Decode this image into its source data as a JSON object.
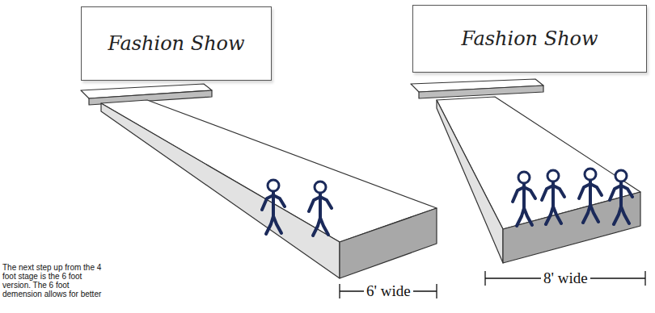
{
  "diagram": {
    "nodes": [
      {
        "text": [
          "Fashion Show"
        ]
      },
      {
        "text": [
          "Fashion Show"
        ]
      }
    ],
    "labels": [
      "The next step up from the 4 foot stage is the 6 foot version. The 6 foot demension allows for better",
      "6' wide",
      "8' wide"
    ]
  }
}
